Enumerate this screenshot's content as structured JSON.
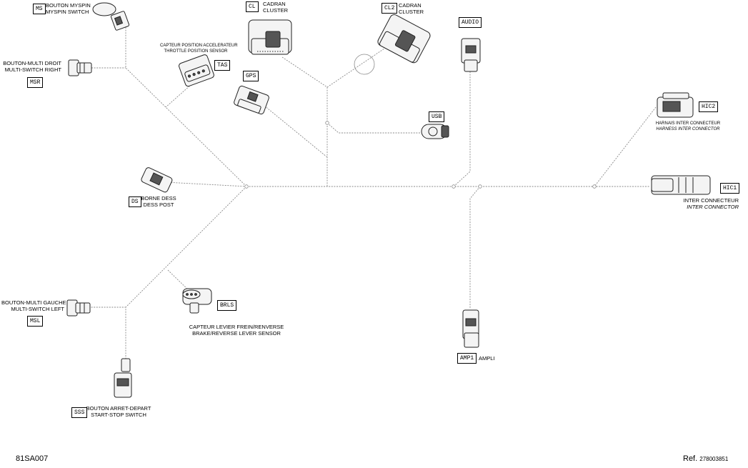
{
  "connectors": {
    "ms": {
      "code": "MS",
      "fr": "BOUTON MYSPIN",
      "en": "MYSPIN SWITCH"
    },
    "msr": {
      "code": "MSR",
      "fr": "BOUTON-MULTI DROIT",
      "en": "MULTI-SWITCH RIGHT"
    },
    "tas": {
      "code": "TAS",
      "fr": "CAPTEUR POSITION ACCELERATEUR",
      "en": "THROTTLE POSITION SENSOR"
    },
    "cl": {
      "code": "CL",
      "fr": "CADRAN",
      "en": "CLUSTER"
    },
    "cl2": {
      "code": "CL2",
      "fr": "CADRAN",
      "en": "CLUSTER"
    },
    "gps": {
      "code": "GPS"
    },
    "audio": {
      "code": "AUDIO"
    },
    "usb": {
      "code": "USB"
    },
    "hic2": {
      "code": "HIC2",
      "fr": "HARNAIS INTER CONNECTEUR",
      "en": "HARNESS INTER CONNECTOR"
    },
    "hic1": {
      "code": "HIC1",
      "fr": "INTER CONNECTEUR",
      "en": "INTER CONNECTOR"
    },
    "ds": {
      "code": "DS",
      "fr": "BORNE DESS",
      "en": "DESS POST"
    },
    "msl": {
      "code": "MSL",
      "fr": "BOUTON-MULTI GAUCHE",
      "en": "MULTI-SWITCH LEFT"
    },
    "brls": {
      "code": "BRLS",
      "fr": "CAPTEUR LEVIER FREIN/RENVERSE",
      "en": "BRAKE/REVERSE LEVER SENSOR"
    },
    "amp1": {
      "code": "AMP1",
      "fr": "AMPLI"
    },
    "sss": {
      "code": "SSS",
      "fr": "BOUTON ARRET-DEPART",
      "en": "START-STOP SWITCH"
    }
  },
  "footer": {
    "figure_id": "81SA007",
    "ref_label": "Ref.",
    "ref_number": "278003851"
  }
}
